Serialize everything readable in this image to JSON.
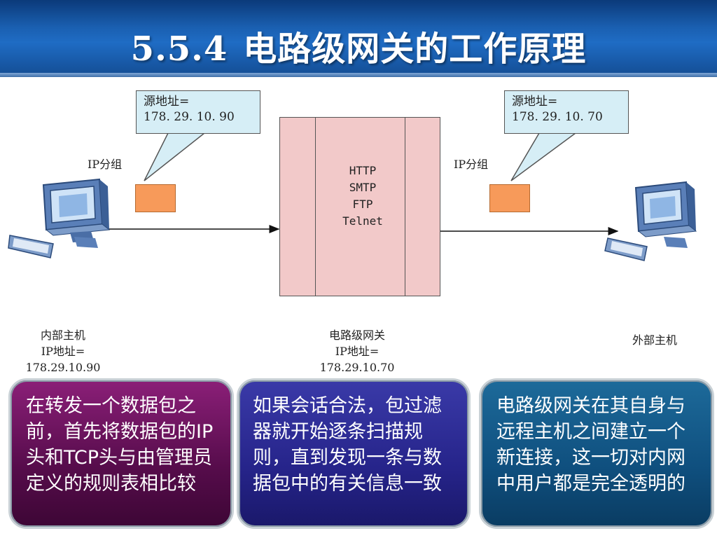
{
  "header": {
    "number": "5.5.4",
    "title": "电路级网关的工作原理"
  },
  "diagram": {
    "left_callout": {
      "line1": "源地址=",
      "line2": "178. 29. 10. 90"
    },
    "right_callout": {
      "line1": "源地址=",
      "line2": "178. 29. 10. 70"
    },
    "left_ip_label": "IP分组",
    "right_ip_label": "IP分组",
    "protocols": [
      "HTTP",
      "SMTP",
      "FTP",
      "Telnet"
    ],
    "internal_host": {
      "name": "内部主机",
      "ip_label": "IP地址=",
      "ip": "178.29.10.90"
    },
    "gateway": {
      "name": "电路级网关",
      "ip_label": "IP地址=",
      "ip": "178.29.10.70"
    },
    "external_host": {
      "name": "外部主机"
    }
  },
  "cards": [
    {
      "text": "在转发一个数据包之前，首先将数据包的IP头和TCP头与由管理员定义的规则表相比较"
    },
    {
      "text": "如果会话合法，包过滤器就开始逐条扫描规则，直到发现一条与数据包中的有关信息一致"
    },
    {
      "text": "电路级网关在其自身与远程主机之间建立一个新连接，这一切对内网中用户都是完全透明的"
    }
  ],
  "colors": {
    "packet": "#f79a5a",
    "gateway": "#f2c9c9",
    "callout": "#d6eef6"
  }
}
